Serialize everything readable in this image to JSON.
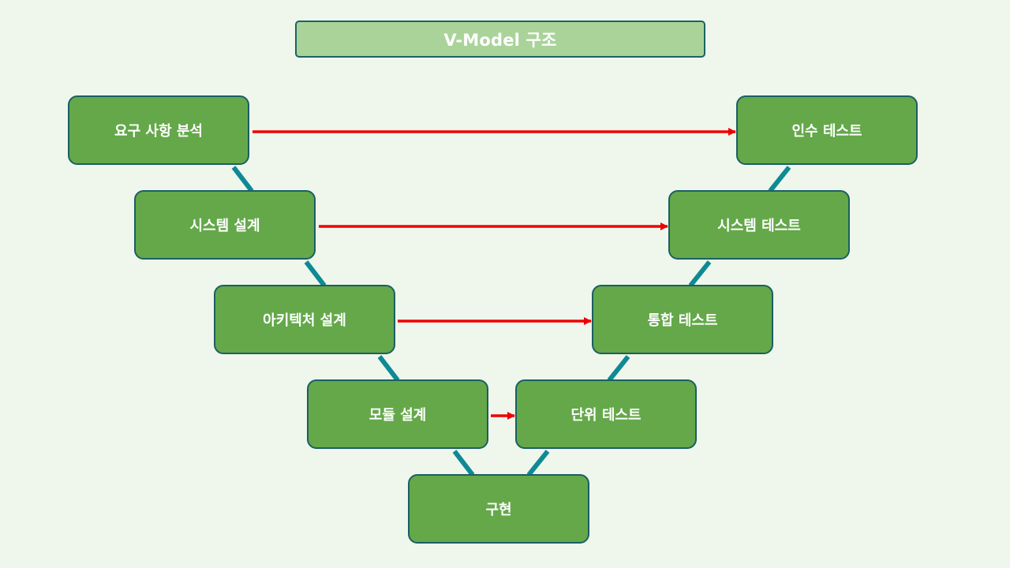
{
  "title": "V-Model 구조",
  "colors": {
    "background": "#eff6ec",
    "title_fill": "#aad39a",
    "node_fill": "#64a84a",
    "node_border": "#1a5f63",
    "v_line": "#0e8a94",
    "arrow": "#ee0000"
  },
  "left_phases": [
    {
      "label": "요구 사항 분석"
    },
    {
      "label": "시스템 설계"
    },
    {
      "label": "아키텍처 설계"
    },
    {
      "label": "모듈 설계"
    }
  ],
  "right_phases": [
    {
      "label": "인수 테스트"
    },
    {
      "label": "시스템 테스트"
    },
    {
      "label": "통합 테스트"
    },
    {
      "label": "단위 테스트"
    }
  ],
  "bottom_phase": {
    "label": "구현"
  }
}
